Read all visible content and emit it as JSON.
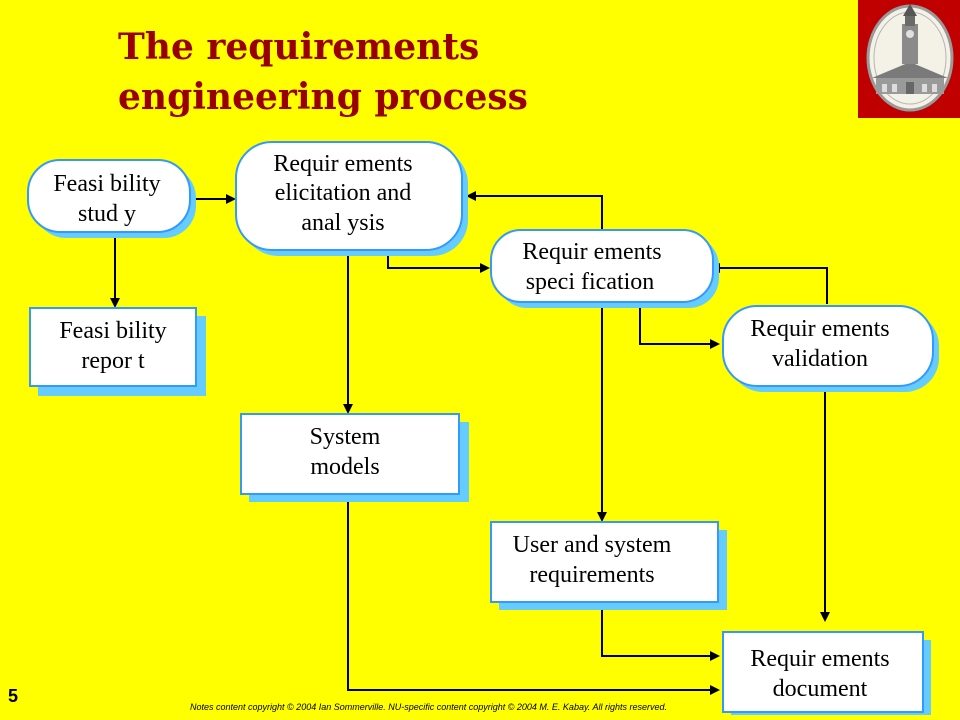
{
  "slide": {
    "title_line1": "The requirements",
    "title_line2": "engineering process",
    "number": "5",
    "footer": "Notes content copyright © 2004 Ian Sommerville. NU-specific content copyright © 2004 M. E. Kabay. All rights reserved."
  },
  "nodes": {
    "feasibility_study": {
      "line1": "Feasi bility",
      "line2": "stud y"
    },
    "elicitation": {
      "line1": "Requir ements",
      "line2": "elicitation and",
      "line3": "anal ysis"
    },
    "specification": {
      "line1": "Requir ements",
      "line2": "speci fication"
    },
    "validation": {
      "line1": "Requir ements",
      "line2": "validation"
    },
    "feasibility_report": {
      "line1": "Feasi bility",
      "line2": "repor t"
    },
    "system_models": {
      "line1": "System",
      "line2": "models"
    },
    "user_system_requirements": {
      "line1": "User and system",
      "line2": "requirements"
    },
    "requirements_document": {
      "line1": "Requir ements",
      "line2": "document"
    }
  },
  "colors": {
    "background": "#ffff00",
    "title": "#990000",
    "node_fill": "#ffffff",
    "node_border": "#3399ff",
    "node_shadow": "#66ccff",
    "arrow": "#000000"
  }
}
